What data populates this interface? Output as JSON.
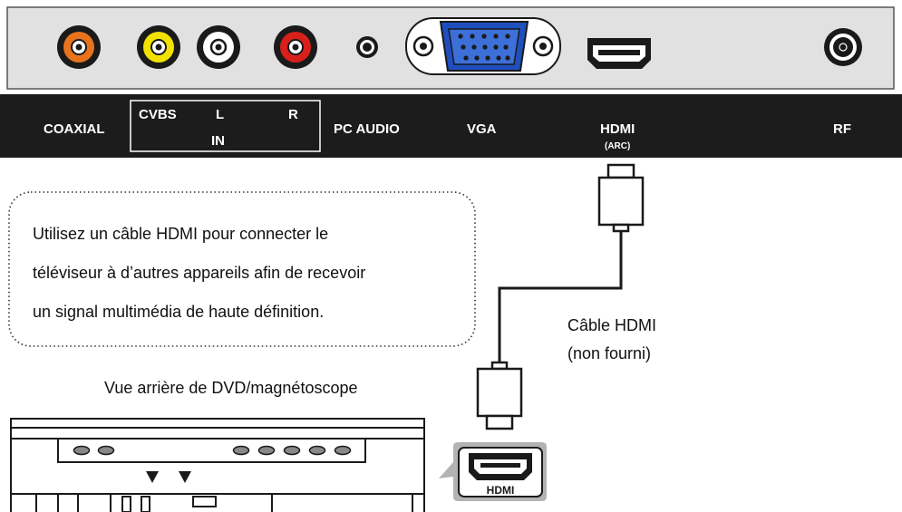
{
  "panel": {
    "coaxial": "COAXIAL",
    "cvbs": "CVBS",
    "l": "L",
    "r": "R",
    "in": "IN",
    "pc_audio": "PC AUDIO",
    "vga": "VGA",
    "hdmi": "HDMI",
    "hdmi_sub": "(ARC)",
    "rf": "RF"
  },
  "note": {
    "line1": "Utilisez un câble HDMI pour connecter le",
    "line2": "téléviseur à d’autres appareils afin de recevoir",
    "line3": "un signal multimédia de haute définition."
  },
  "cable": {
    "label1": "Câble HDMI",
    "label2": "(non fourni)"
  },
  "device": {
    "title": "Vue arrière de DVD/magnétoscope",
    "port_label": "HDMI"
  },
  "colors": {
    "panel_bg": "#e1e1e1",
    "label_bar": "#1c1c1c",
    "coaxial_ring": "#e8731c",
    "cvbs_ring": "#f2e200",
    "l_ring": "#ffffff",
    "r_ring": "#d8201a",
    "vga_blue": "#1f4fbf"
  }
}
